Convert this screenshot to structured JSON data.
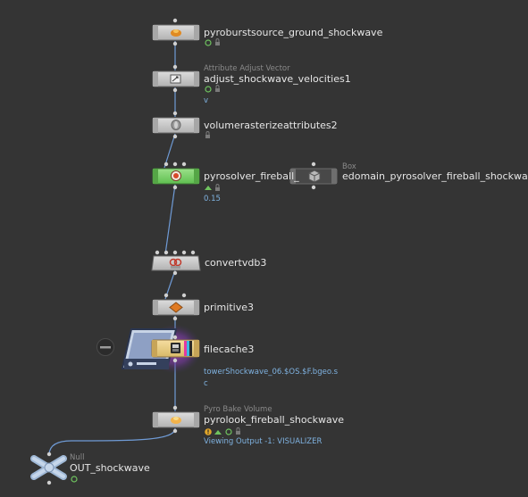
{
  "nodes": {
    "pyroburstsource": {
      "name": "pyroburstsource_ground_shockwave"
    },
    "adjust_velocities": {
      "type": "Attribute Adjust Vector",
      "name": "adjust_shockwave_velocities1",
      "param": "v"
    },
    "volumerasterize": {
      "name": "volumerasterizeattributes2"
    },
    "pyrosolver": {
      "name": "pyrosolver_fireball_",
      "param": "0.15"
    },
    "box": {
      "type": "Box",
      "name": "edomain_pyrosolver_fireball_shockwave"
    },
    "convertvdb": {
      "name": "convertvdb3"
    },
    "primitive": {
      "name": "primitive3"
    },
    "filecache": {
      "name": "filecache3",
      "path_line1": "towerShockwave_06.$OS.$F.bgeo.s",
      "path_line2": "c"
    },
    "pyrolook": {
      "type": "Pyro Bake Volume",
      "name": "pyrolook_fireball_shockwave",
      "status": "Viewing Output -1: VISUALIZER"
    },
    "out": {
      "type": "Null",
      "name": "OUT_shockwave"
    }
  },
  "colors": {
    "background": "#343434",
    "wire": "#6f9bd6",
    "node_body": "#c8c8c8",
    "pyrosolver_body": "#7ad36a",
    "filecache_body": "#e8cd80",
    "flag_green": "#6fc35f",
    "param_text": "#7fb2e0"
  },
  "icons": {
    "pyroburstsource": "flame-orange-icon",
    "adjust_velocities": "vector-adjust-icon",
    "volumerasterize": "rasterize-volume-icon",
    "pyrosolver": "pyro-solver-icon",
    "box": "box-cube-icon",
    "convertvdb": "vdb-convert-icon",
    "primitive": "primitive-diamond-icon",
    "filecache": "file-cache-icon",
    "pyrolook": "pyro-bake-icon",
    "out": "null-x-icon"
  }
}
